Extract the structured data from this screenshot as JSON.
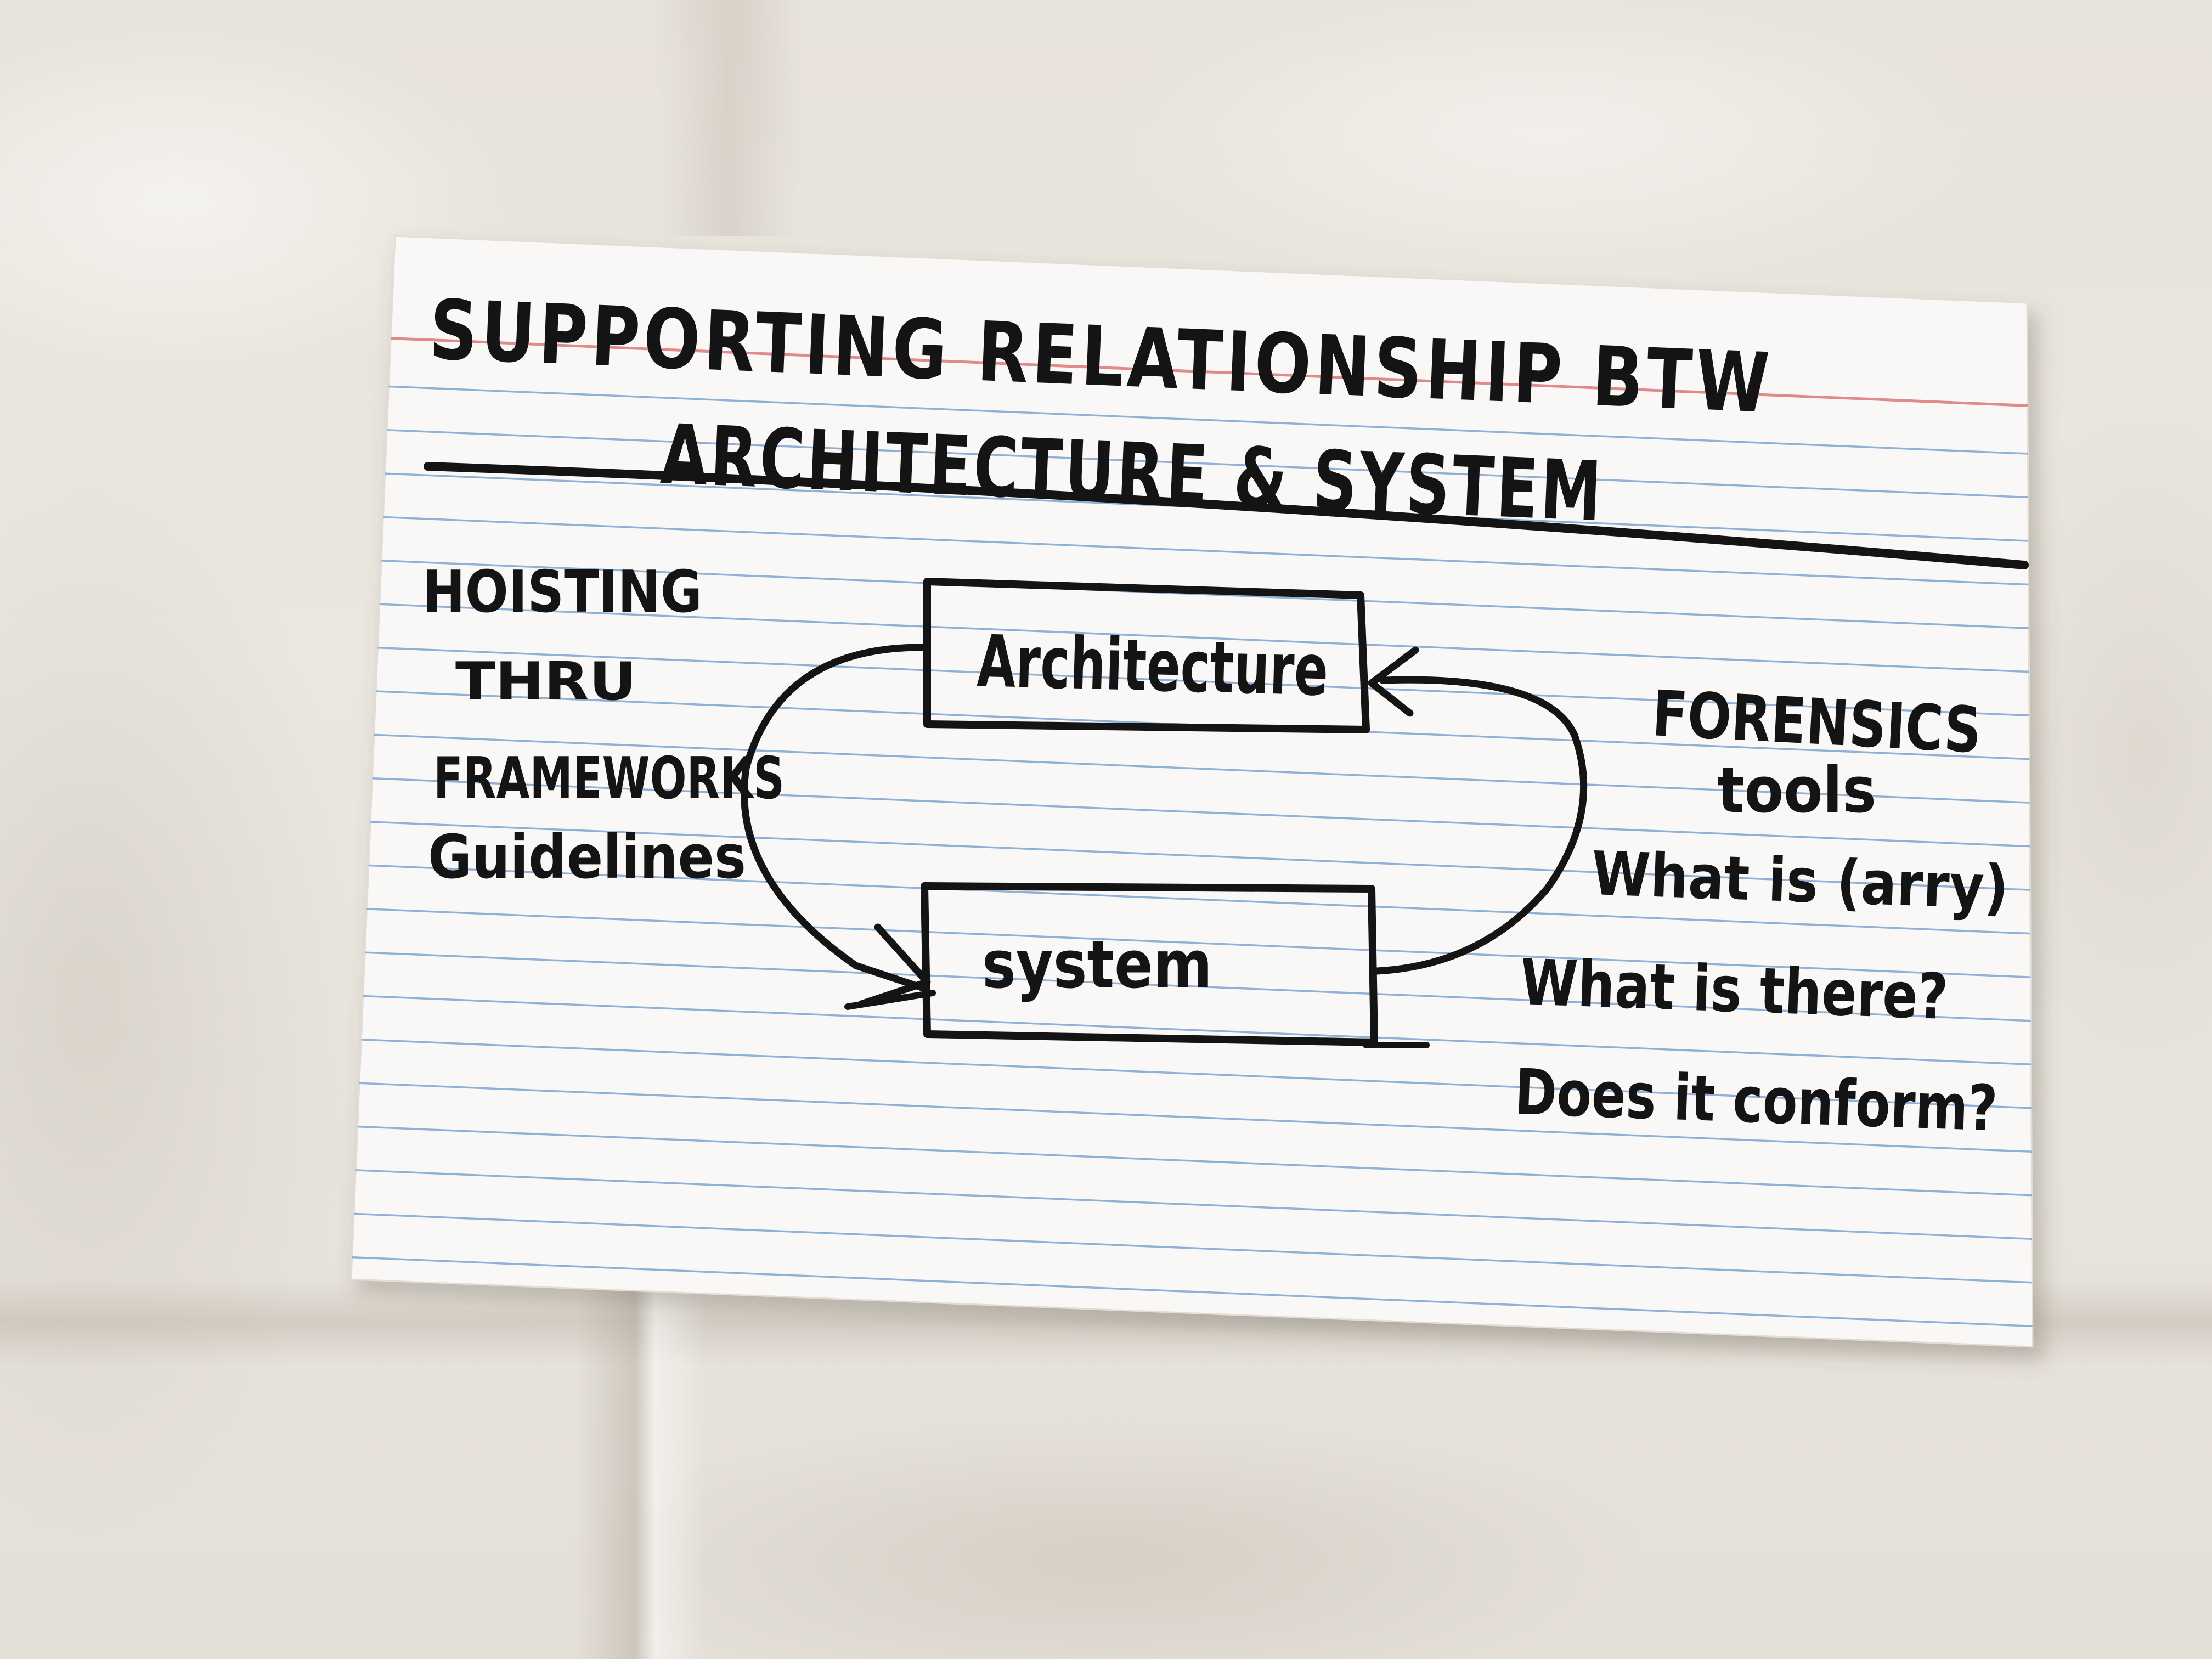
{
  "card": {
    "title_line1": "SUPPORTING  RELATIONSHIP  BTW",
    "title_line2": "ARCHITECTURE & SYSTEM"
  },
  "diagram": {
    "top_box_label": "Architecture",
    "bottom_box_label": "system"
  },
  "left_note": {
    "lines": [
      "HOISTING",
      "THRU",
      "FRAMEWORKS",
      "Guidelines"
    ]
  },
  "right_note": {
    "lines": [
      "FORENSICS",
      "tools",
      "What is (arry)",
      "What is there?",
      "Does it conform?"
    ]
  },
  "colors": {
    "ink": "#141414",
    "card": "#faf8f6",
    "blue_rule": "#8fb1d8",
    "red_rule": "#e08a8a"
  }
}
